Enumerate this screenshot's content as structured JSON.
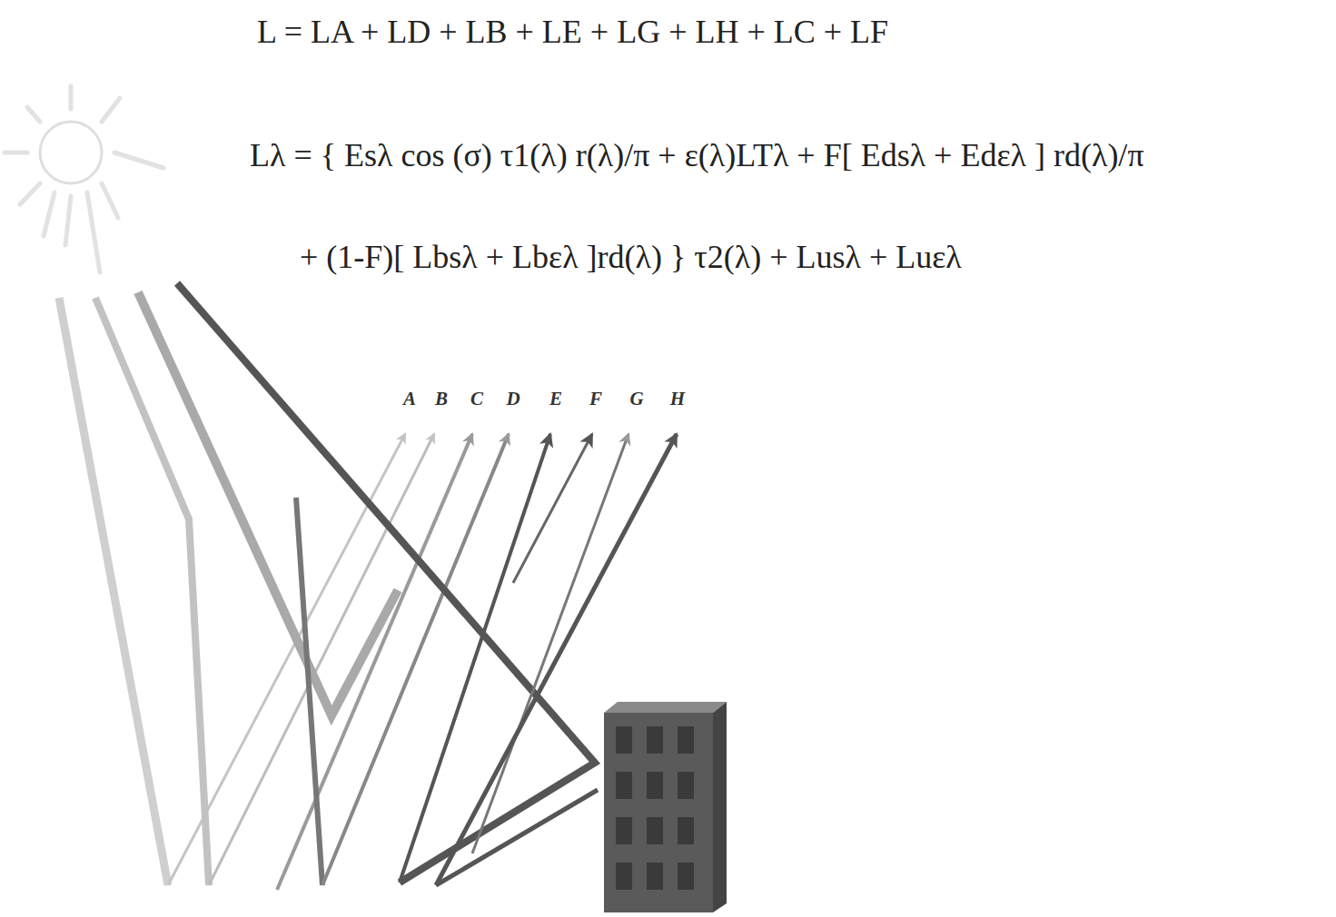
{
  "diagram": {
    "labels": [
      "L = LA + LD + LB + LE + LG + LH + LC + LF",
      "Lλ = { Esλ cos (σ) τ1(λ) r(λ)/π + ε(λ)LTλ + F[ Edsλ + Edελ ] rd(λ)/π",
      "+ (1-F)[ Lbsλ + Lbελ ]rd(λ) } τ2(λ) + Lusλ + Luελ",
      "A",
      "B",
      "C",
      "D",
      "E",
      "F",
      "G",
      "H"
    ]
  }
}
